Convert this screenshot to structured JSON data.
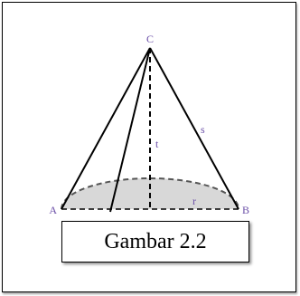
{
  "figure": {
    "labels": {
      "apex": "C",
      "left": "A",
      "right": "B",
      "height": "t",
      "slant": "s",
      "radius": "r"
    },
    "colors": {
      "label": "#6b4fa8",
      "base_fill": "#d8d8d8",
      "line": "#000000"
    }
  },
  "caption": "Gambar 2.2"
}
